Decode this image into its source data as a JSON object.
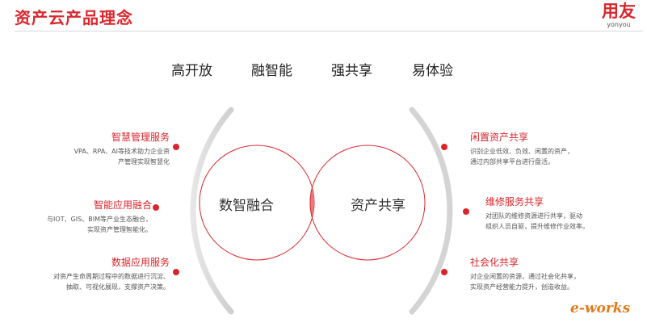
{
  "header": {
    "title": "资产云产品理念"
  },
  "logo": {
    "main": "用友",
    "sub": "yonyou"
  },
  "principles": [
    "高开放",
    "融智能",
    "强共享",
    "易体验"
  ],
  "circles": {
    "left": "数智融合",
    "right": "资产共享"
  },
  "left_features": [
    {
      "title": "智慧管理服务",
      "desc_lines": [
        "VPA、RPA、AI等技术助力企业资",
        "产管理实现智慧化"
      ]
    },
    {
      "title": "智能应用融合",
      "desc_lines": [
        "与IOT、GIS、BIM等产业生态融合，",
        "实现资产管理智能化。"
      ]
    },
    {
      "title": "数据应用服务",
      "desc_lines": [
        "对资产生命周期过程中的数据进行沉淀、",
        "抽取、可视化展现，支撑资产决策。"
      ]
    }
  ],
  "right_features": [
    {
      "title": "闲置资产共享",
      "desc_lines": [
        "识别企业低效、负效、闲置的资产，",
        "通过内部共享平台进行盘活。"
      ]
    },
    {
      "title": "维修服务共享",
      "desc_lines": [
        "对团队的维修资源进行共享，驱动",
        "组织人员自驱，提升维修作业效率。"
      ]
    },
    {
      "title": "社会化共享",
      "desc_lines": [
        "对企业闲置的资源，通过社会化共享，",
        "实现资产经营能力提升，创造收益。"
      ]
    }
  ],
  "watermark": "e-works",
  "colors": {
    "accent": "#d9262c",
    "overlap": "#ec7c7f",
    "arc": "#d0d0d0"
  }
}
